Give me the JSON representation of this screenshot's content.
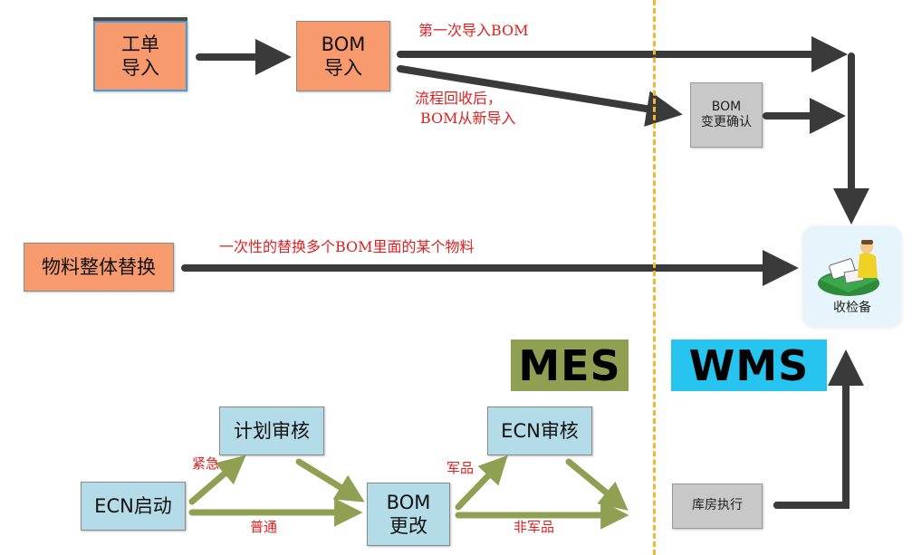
{
  "nodes": {
    "work_order_import": "工单\n导入",
    "bom_import": "BOM\n导入",
    "bom_change_confirm": "BOM\n变更确认",
    "material_replace": "物料整体替换",
    "receive_prepare": "收检备",
    "plan_review": "计划审核",
    "ecn_start": "ECN启动",
    "bom_modify": "BOM\n更改",
    "ecn_review": "ECN审核",
    "warehouse_execute": "库房执行"
  },
  "labels": {
    "first_bom_import": "第一次导入BOM",
    "reimport_line1": "流程回收后，",
    "reimport_line2": "BOM从新导入",
    "one_time_replace": "一次性的替换多个BOM里面的某个物料",
    "urgent": "紧急",
    "normal": "普通",
    "military": "军品",
    "non_military": "非军品"
  },
  "systems": {
    "mes": "MES",
    "wms": "WMS"
  },
  "colors": {
    "orange": "#f79a6e",
    "light_blue": "#b3dbe8",
    "gray": "#c8c8c8",
    "dark_arrow": "#3a3a3a",
    "green_arrow": "#8fa052",
    "divider": "#f2b830",
    "mes_badge": "#8fa052",
    "wms_badge": "#26c4ee",
    "label_red": "#e02020"
  }
}
